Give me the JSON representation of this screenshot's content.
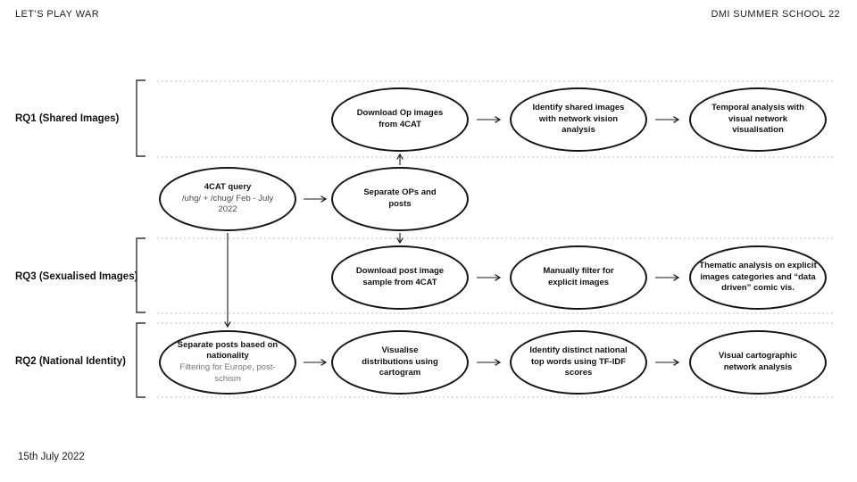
{
  "header": {
    "title": "LET’S PLAY WAR",
    "event": "DMI SUMMER SCHOOL 22"
  },
  "footer": {
    "date": "15th July 2022"
  },
  "rows": {
    "rq1": {
      "label": "RQ1 (Shared Images)"
    },
    "rq3": {
      "label": "RQ3 (Sexualised Images)"
    },
    "rq2": {
      "label": "RQ2 (National Identity)"
    }
  },
  "nodes": {
    "query": {
      "title": "4CAT query",
      "subtitle": "/uhg/ + /chug/ Feb - July 2022"
    },
    "separate_ops": {
      "title": "Separate OPs and posts"
    },
    "rq1_download": {
      "title": "Download Op images from 4CAT"
    },
    "rq1_identify": {
      "title": "Identify shared images with network vision analysis"
    },
    "rq1_temporal": {
      "title": "Temporal analysis with visual network visualisation"
    },
    "rq3_download": {
      "title": "Download post image sample from 4CAT"
    },
    "rq3_filter": {
      "title": "Manually filter for explicit images"
    },
    "rq3_thematic": {
      "title": "Thematic analysis on explicit images categories and “data driven” comic vis."
    },
    "rq2_separate": {
      "title": "Separate posts based on nationality",
      "subtitle": "Filtering for Europe, post-schism"
    },
    "rq2_visualise": {
      "title": "Visualise distributions using cartogram"
    },
    "rq2_identify": {
      "title": "Identify distinct national top words using TF-IDF scores"
    },
    "rq2_cartographic": {
      "title": "Visual cartographic network analysis"
    }
  },
  "colors": {
    "ink": "#141414",
    "query_subtitle": "#4a4a4a",
    "muted_subtitle": "#767676",
    "dotted_line": "#bdbdbd"
  }
}
